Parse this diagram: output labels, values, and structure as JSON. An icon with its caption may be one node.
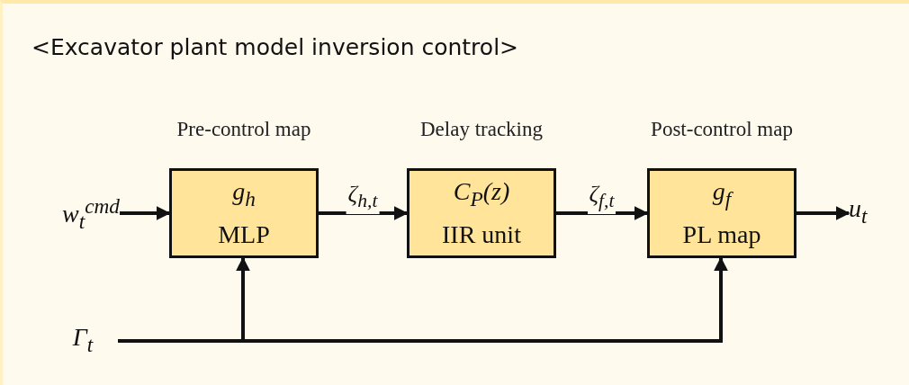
{
  "diagram": {
    "title": "<Excavator plant model inversion control>",
    "nodes": [
      {
        "text": [
          "w$_{t}$$^{cmd}$"
        ]
      },
      {
        "text": [
          "Pre-control map",
          "g$_{h}$",
          "MLP"
        ]
      },
      {
        "text": [
          "Delay tracking",
          "C$_{P}$(z)",
          "IIR unit"
        ]
      },
      {
        "text": [
          "Post-control map",
          "g$_{f}$",
          "PL map"
        ]
      },
      {
        "text": [
          "u$_{t}$"
        ]
      },
      {
        "text": [
          "Γ$_{t}$"
        ]
      }
    ],
    "edges": [
      {
        "from": 0,
        "to": 1,
        "arrow": "to"
      },
      {
        "from": 1,
        "to": 2,
        "arrow": "to",
        "label": "ζ$_{h,t}$"
      },
      {
        "from": 2,
        "to": 3,
        "arrow": "to",
        "label": "ζ$_{f,t}$"
      },
      {
        "from": 3,
        "to": 4,
        "arrow": "to"
      },
      {
        "from": 5,
        "to": 1,
        "arrow": "to"
      },
      {
        "from": 5,
        "to": 3,
        "arrow": "to"
      }
    ]
  }
}
